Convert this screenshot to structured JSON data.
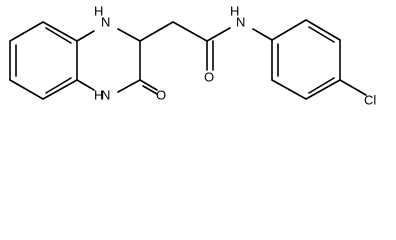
{
  "molecule": {
    "atoms": {
      "nh_top": "H",
      "n_top": "N",
      "nh_bottom": "H",
      "n_bottom": "N",
      "o_lactam": "O",
      "o_amide": "O",
      "nh_amide": "H",
      "n_amide": "N",
      "cl": "Cl"
    }
  }
}
